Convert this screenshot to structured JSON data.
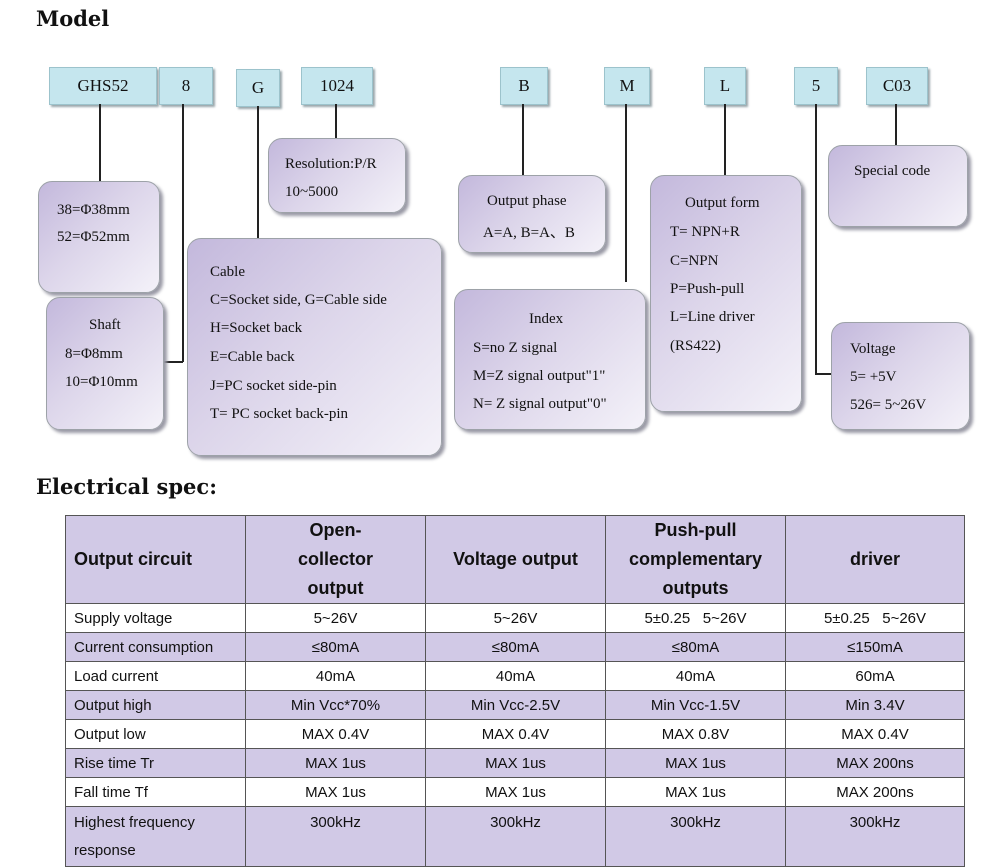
{
  "model_title": "Model",
  "codes": [
    "GHS52",
    "8",
    "G",
    "1024",
    "B",
    "M",
    "L",
    "5",
    "C03"
  ],
  "boxes": {
    "size": [
      "38=Φ38mm",
      "52=Φ52mm"
    ],
    "shaft": [
      "Shaft",
      "8=Φ8mm",
      "10=Φ10mm"
    ],
    "resolution": [
      "Resolution:P/R",
      "10~5000"
    ],
    "cable": [
      "Cable",
      "C=Socket side, G=Cable side",
      "H=Socket back",
      "E=Cable back",
      "J=PC socket side-pin",
      "T= PC socket back-pin"
    ],
    "output_phase": [
      "Output phase",
      "A=A, B=A、B"
    ],
    "index": [
      "Index",
      "S=no Z signal",
      "M=Z signal output\"1\"",
      "N= Z signal output\"0\""
    ],
    "output_form": [
      "Output form",
      "T= NPN+R",
      "C=NPN",
      "P=Push-pull",
      "L=Line driver",
      "(RS422)"
    ],
    "special": [
      "Special code"
    ],
    "voltage": [
      "Voltage",
      "5= +5V",
      "526= 5~26V"
    ]
  },
  "electrical_title": "Electrical spec:",
  "table": {
    "headers": [
      "Output circuit",
      "Open-collector output",
      "Voltage output",
      "Push-pull complementary outputs",
      "driver"
    ],
    "rows": [
      [
        "Supply voltage",
        "5~26V",
        "5~26V",
        "5±0.25   5~26V",
        "5±0.25   5~26V"
      ],
      [
        "Current consumption",
        "≤80mA",
        "≤80mA",
        "≤80mA",
        "≤150mA"
      ],
      [
        "Load current",
        "40mA",
        "40mA",
        "40mA",
        "60mA"
      ],
      [
        "Output high",
        "Min Vcc*70%",
        "Min Vcc-2.5V",
        "Min Vcc-1.5V",
        "Min 3.4V"
      ],
      [
        "Output low",
        "MAX 0.4V",
        "MAX 0.4V",
        "MAX 0.8V",
        "MAX 0.4V"
      ],
      [
        "Rise time Tr",
        "MAX 1us",
        "MAX 1us",
        "MAX 1us",
        "MAX 200ns"
      ],
      [
        "Fall time Tf",
        "MAX 1us",
        "MAX 1us",
        "MAX 1us",
        "MAX 200ns"
      ],
      [
        "Highest frequency response",
        "300kHz",
        "300kHz",
        "300kHz",
        "300kHz"
      ]
    ]
  }
}
